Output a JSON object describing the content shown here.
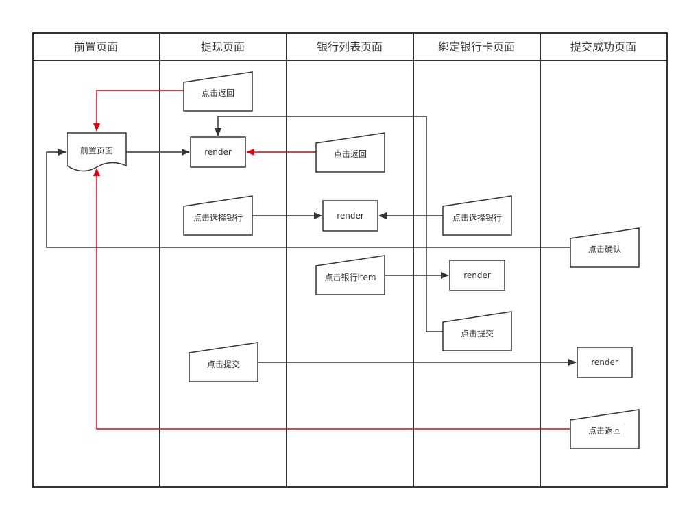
{
  "lanes": {
    "pre": "前置页面",
    "withdraw": "提现页面",
    "banklist": "银行列表页面",
    "bindcard": "绑定银行卡页面",
    "success": "提交成功页面"
  },
  "nodes": {
    "pre_doc": "前置页面",
    "withdraw_back": "点击返回",
    "withdraw_render": "render",
    "withdraw_select_bank": "点击选择银行",
    "withdraw_submit": "点击提交",
    "banklist_back": "点击返回",
    "banklist_render": "render",
    "banklist_item": "点击银行item",
    "bindcard_select_bank": "点击选择银行",
    "bindcard_render": "render",
    "bindcard_submit": "点击提交",
    "success_confirm": "点击确认",
    "success_render": "render",
    "success_back": "点击返回"
  },
  "colors": {
    "line": "#333333",
    "return_edge": "#e0000e"
  }
}
